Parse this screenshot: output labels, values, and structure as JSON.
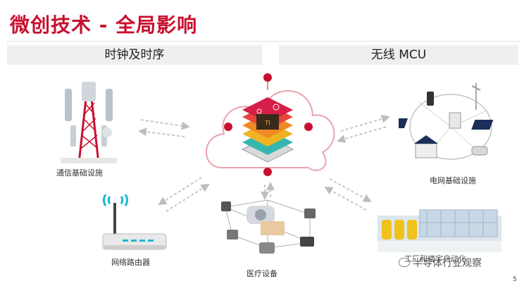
{
  "slide": {
    "title": "微创技术 - 全局影响",
    "page_number": "5",
    "watermark": "半导体行业观察"
  },
  "sections": {
    "left_header": "时钟及时序",
    "right_header": "无线 MCU"
  },
  "captions": {
    "telecom": "通信基础设施",
    "router": "网络路由器",
    "medical": "医疗设备",
    "grid": "电网基础设施",
    "factory": "工厂和楼宇自动化"
  },
  "colors": {
    "brand_red": "#c8102e",
    "header_gray": "#efefef",
    "wifi_cyan": "#1fb6d6"
  },
  "icons": [
    "antenna-tower-icon",
    "wifi-router-icon",
    "medical-equipment-icon",
    "smart-grid-icon",
    "factory-building-icon",
    "chip-cloud-icon",
    "wechat-icon"
  ]
}
